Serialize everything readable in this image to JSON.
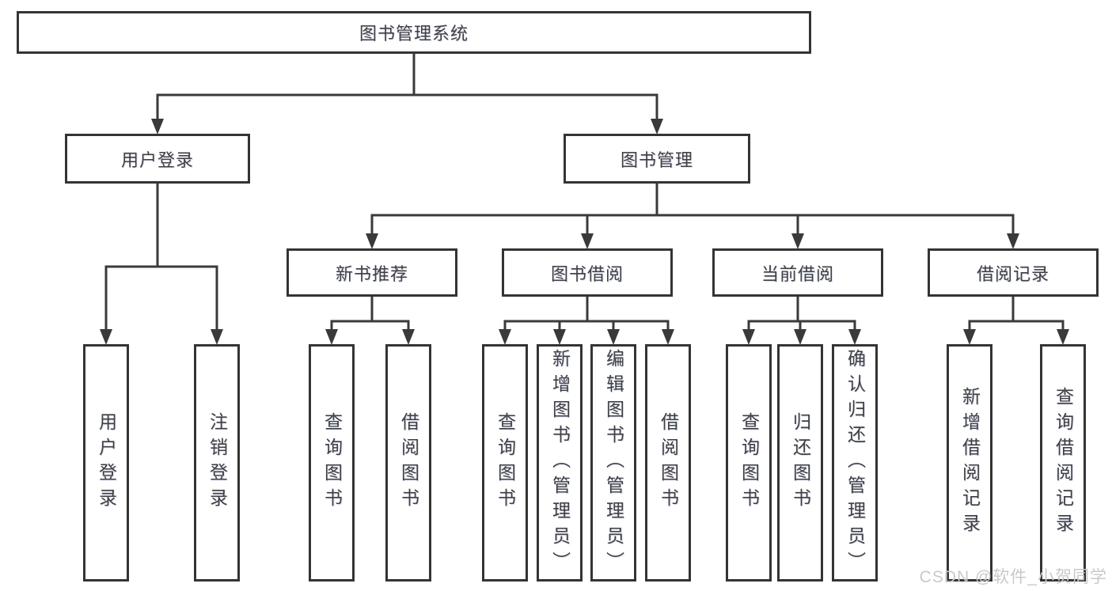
{
  "diagram": {
    "root": {
      "id": "root",
      "label": "图书管理系统",
      "children": [
        {
          "id": "user-login",
          "label": "用户登录",
          "children": [
            {
              "id": "login",
              "label": "用户登录"
            },
            {
              "id": "logout",
              "label": "注销登录"
            }
          ]
        },
        {
          "id": "book-mgmt",
          "label": "图书管理",
          "children": [
            {
              "id": "new-book-rec",
              "label": "新书推荐",
              "children": [
                {
                  "id": "nbr-query",
                  "label": "查询图书"
                },
                {
                  "id": "nbr-borrow",
                  "label": "借阅图书"
                }
              ]
            },
            {
              "id": "book-borrow",
              "label": "图书借阅",
              "children": [
                {
                  "id": "bb-query",
                  "label": "查询图书"
                },
                {
                  "id": "bb-add",
                  "label": "新增图书（管理员）"
                },
                {
                  "id": "bb-edit",
                  "label": "编辑图书（管理员）"
                },
                {
                  "id": "bb-borrow",
                  "label": "借阅图书"
                }
              ]
            },
            {
              "id": "current-borrow",
              "label": "当前借阅",
              "children": [
                {
                  "id": "cb-query",
                  "label": "查询图书"
                },
                {
                  "id": "cb-return",
                  "label": "归还图书"
                },
                {
                  "id": "cb-confirm",
                  "label": "确认归还（管理员）"
                }
              ]
            },
            {
              "id": "borrow-records",
              "label": "借阅记录",
              "children": [
                {
                  "id": "br-add",
                  "label": "新增借阅记录"
                },
                {
                  "id": "br-query",
                  "label": "查询借阅记录"
                }
              ]
            }
          ]
        }
      ]
    },
    "watermark": "CSDN @软件_小贺同学",
    "colors": {
      "line": "#3a3a3a",
      "box_border": "#343434",
      "text": "#3f3f44",
      "watermark": "#c9c9c9",
      "background": "#ffffff"
    }
  }
}
